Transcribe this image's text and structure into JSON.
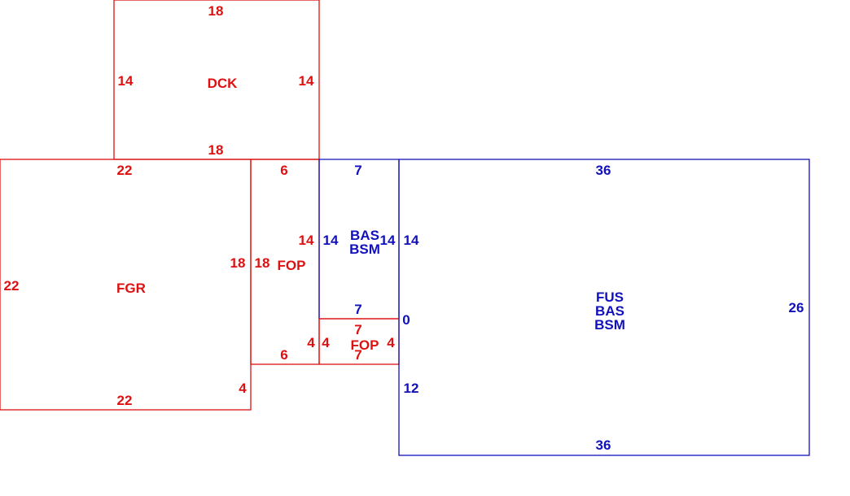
{
  "colors": {
    "red": "#dd1111",
    "blue": "#1111bb"
  },
  "sections": {
    "dck": {
      "area_label": "DCK",
      "dims": {
        "top": "18",
        "left": "14",
        "right": "14",
        "bottom": "18"
      }
    },
    "fgr": {
      "area_label": "FGR",
      "dims": {
        "top": "22",
        "left": "22",
        "right_upper": "18",
        "right_lower": "4",
        "bottom": "22"
      }
    },
    "fop_upper": {
      "area_label": "FOP",
      "dims": {
        "top": "6",
        "left": "18",
        "right": "14",
        "bottom": "6",
        "right_lower": "4"
      }
    },
    "bas_bsm_small": {
      "area_lines": [
        "BAS",
        "BSM"
      ],
      "dims": {
        "top": "7",
        "left": "14",
        "right": "14",
        "bottom": "7"
      }
    },
    "fop_lower": {
      "area_label": "FOP",
      "dims": {
        "top": "7",
        "left": "4",
        "right": "4",
        "bottom": "7"
      }
    },
    "fus_bas_bsm": {
      "area_lines": [
        "FUS",
        "BAS",
        "BSM"
      ],
      "dims": {
        "top": "36",
        "left_upper": "14",
        "left_mid": "0",
        "left_lower": "12",
        "right": "26",
        "bottom": "36"
      }
    }
  }
}
